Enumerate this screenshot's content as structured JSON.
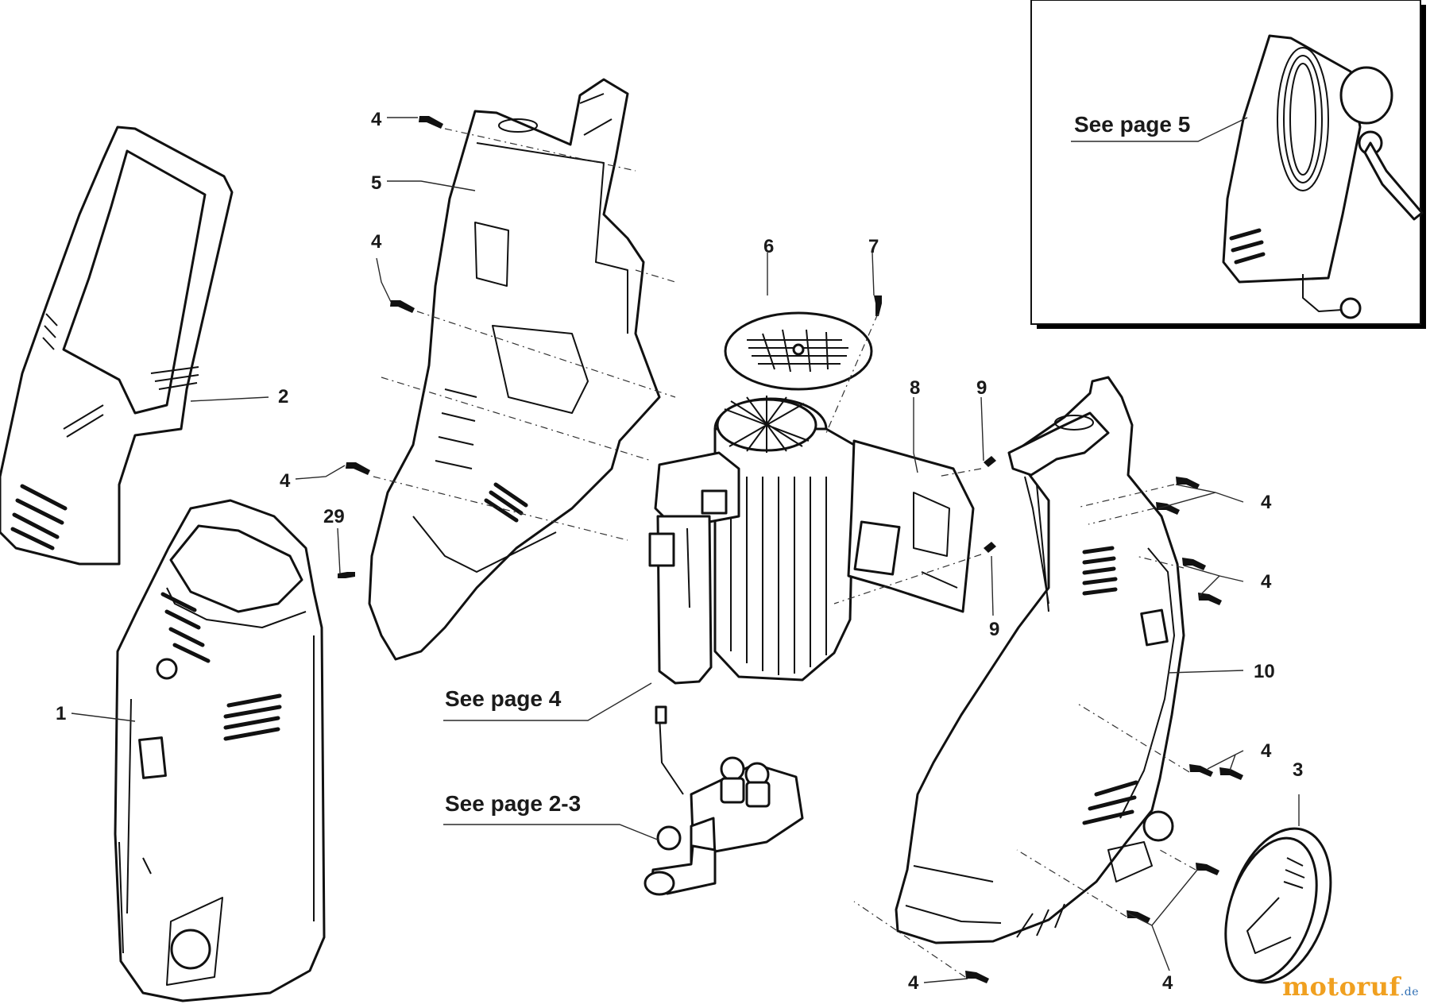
{
  "labels": {
    "p1": "1",
    "p2": "2",
    "p3": "3",
    "p4": "4",
    "p5": "5",
    "p6": "6",
    "p7": "7",
    "p8": "8",
    "p9": "9",
    "p10": "10",
    "p29": "29"
  },
  "references": {
    "page5": "See page 5",
    "page4": "See page 4",
    "page23": "See page 2-3"
  },
  "watermark": {
    "main": "motoruf",
    "suffix": ".de"
  }
}
